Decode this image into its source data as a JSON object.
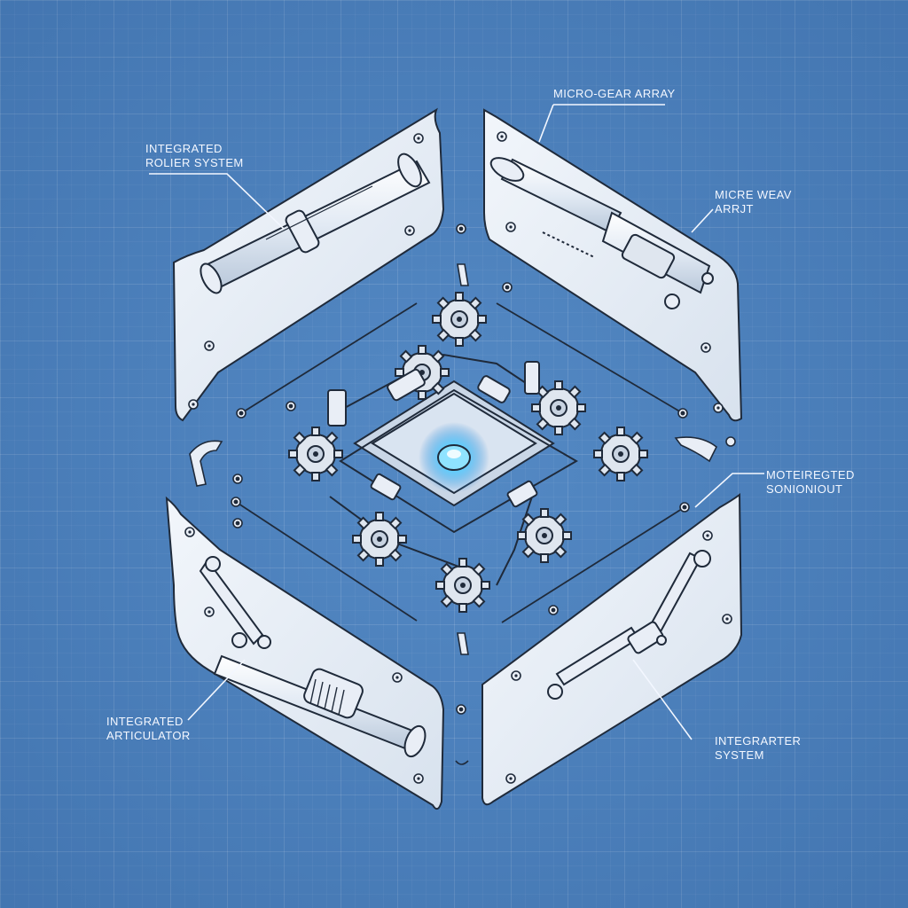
{
  "callouts": {
    "micro_gear_array": "MICRO-GEAR ARRAY",
    "roller_system": {
      "line1": "INTEGRATED",
      "line2": "ROLIER SYSTEM"
    },
    "micre_weav_array": {
      "line1": "MICRE WEAV",
      "line2": "ARRJT"
    },
    "moteiregted": {
      "line1": "MOTEIREGTED",
      "line2": "SONIONIOUT"
    },
    "integrated_articulator": {
      "line1": "INTEGRATED",
      "line2": "ARTICULATOR"
    },
    "integrater_system": {
      "line1": "INTEGRARTER",
      "line2": "SYSTEM"
    }
  },
  "colors": {
    "background": "#4c82bd",
    "panel_fill": "#e9eef6",
    "line": "#1f2a3a",
    "core_glow": "#5fd0ff"
  }
}
